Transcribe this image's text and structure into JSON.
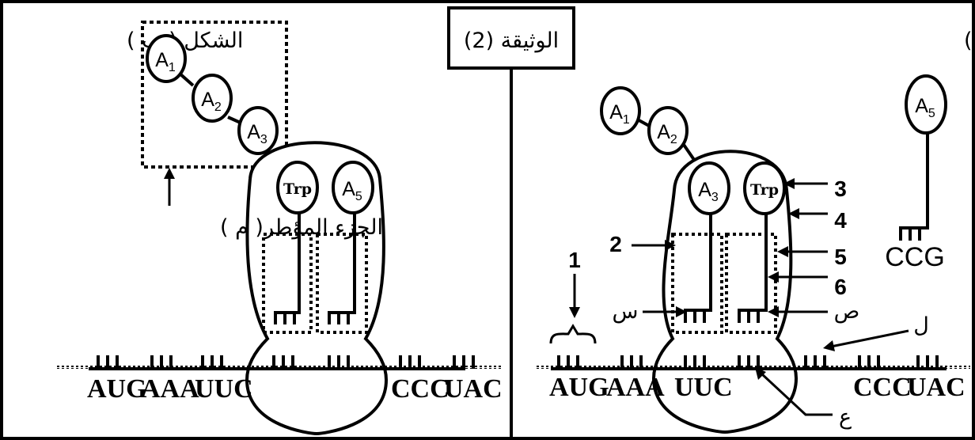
{
  "document": {
    "title": "الوثيقة (2)"
  },
  "figure_a": {
    "title": "الشكل ( أ )",
    "amino_chain": [
      {
        "base": "A",
        "sub": "1"
      },
      {
        "base": "A",
        "sub": "2"
      }
    ],
    "site_left_aa": {
      "base": "A",
      "sub": "3"
    },
    "site_right_aa": "Trp",
    "free_trna_aa": {
      "base": "A",
      "sub": "5"
    },
    "free_trna_anticodon": "CCG",
    "codons": [
      "AUG",
      "AAA",
      "UUC",
      "CCC",
      "UAC"
    ],
    "labels": {
      "n1": "1",
      "n2": "2",
      "n3": "3",
      "n4": "4",
      "n5": "5",
      "n6": "6",
      "sin": "س",
      "sad": "ص",
      "lam": "ل",
      "ain": "ع"
    }
  },
  "figure_b": {
    "title": "الشكل ( ب )",
    "amino_chain": [
      {
        "base": "A",
        "sub": "1"
      },
      {
        "base": "A",
        "sub": "2"
      },
      {
        "base": "A",
        "sub": "3"
      }
    ],
    "site_left_aa": "Trp",
    "site_right_aa": {
      "base": "A",
      "sub": "5"
    },
    "boxed_part_label": "الجزء المؤطر( م )",
    "codons": [
      "AUG",
      "AAA",
      "UUC",
      "CCC",
      "UAC"
    ]
  }
}
